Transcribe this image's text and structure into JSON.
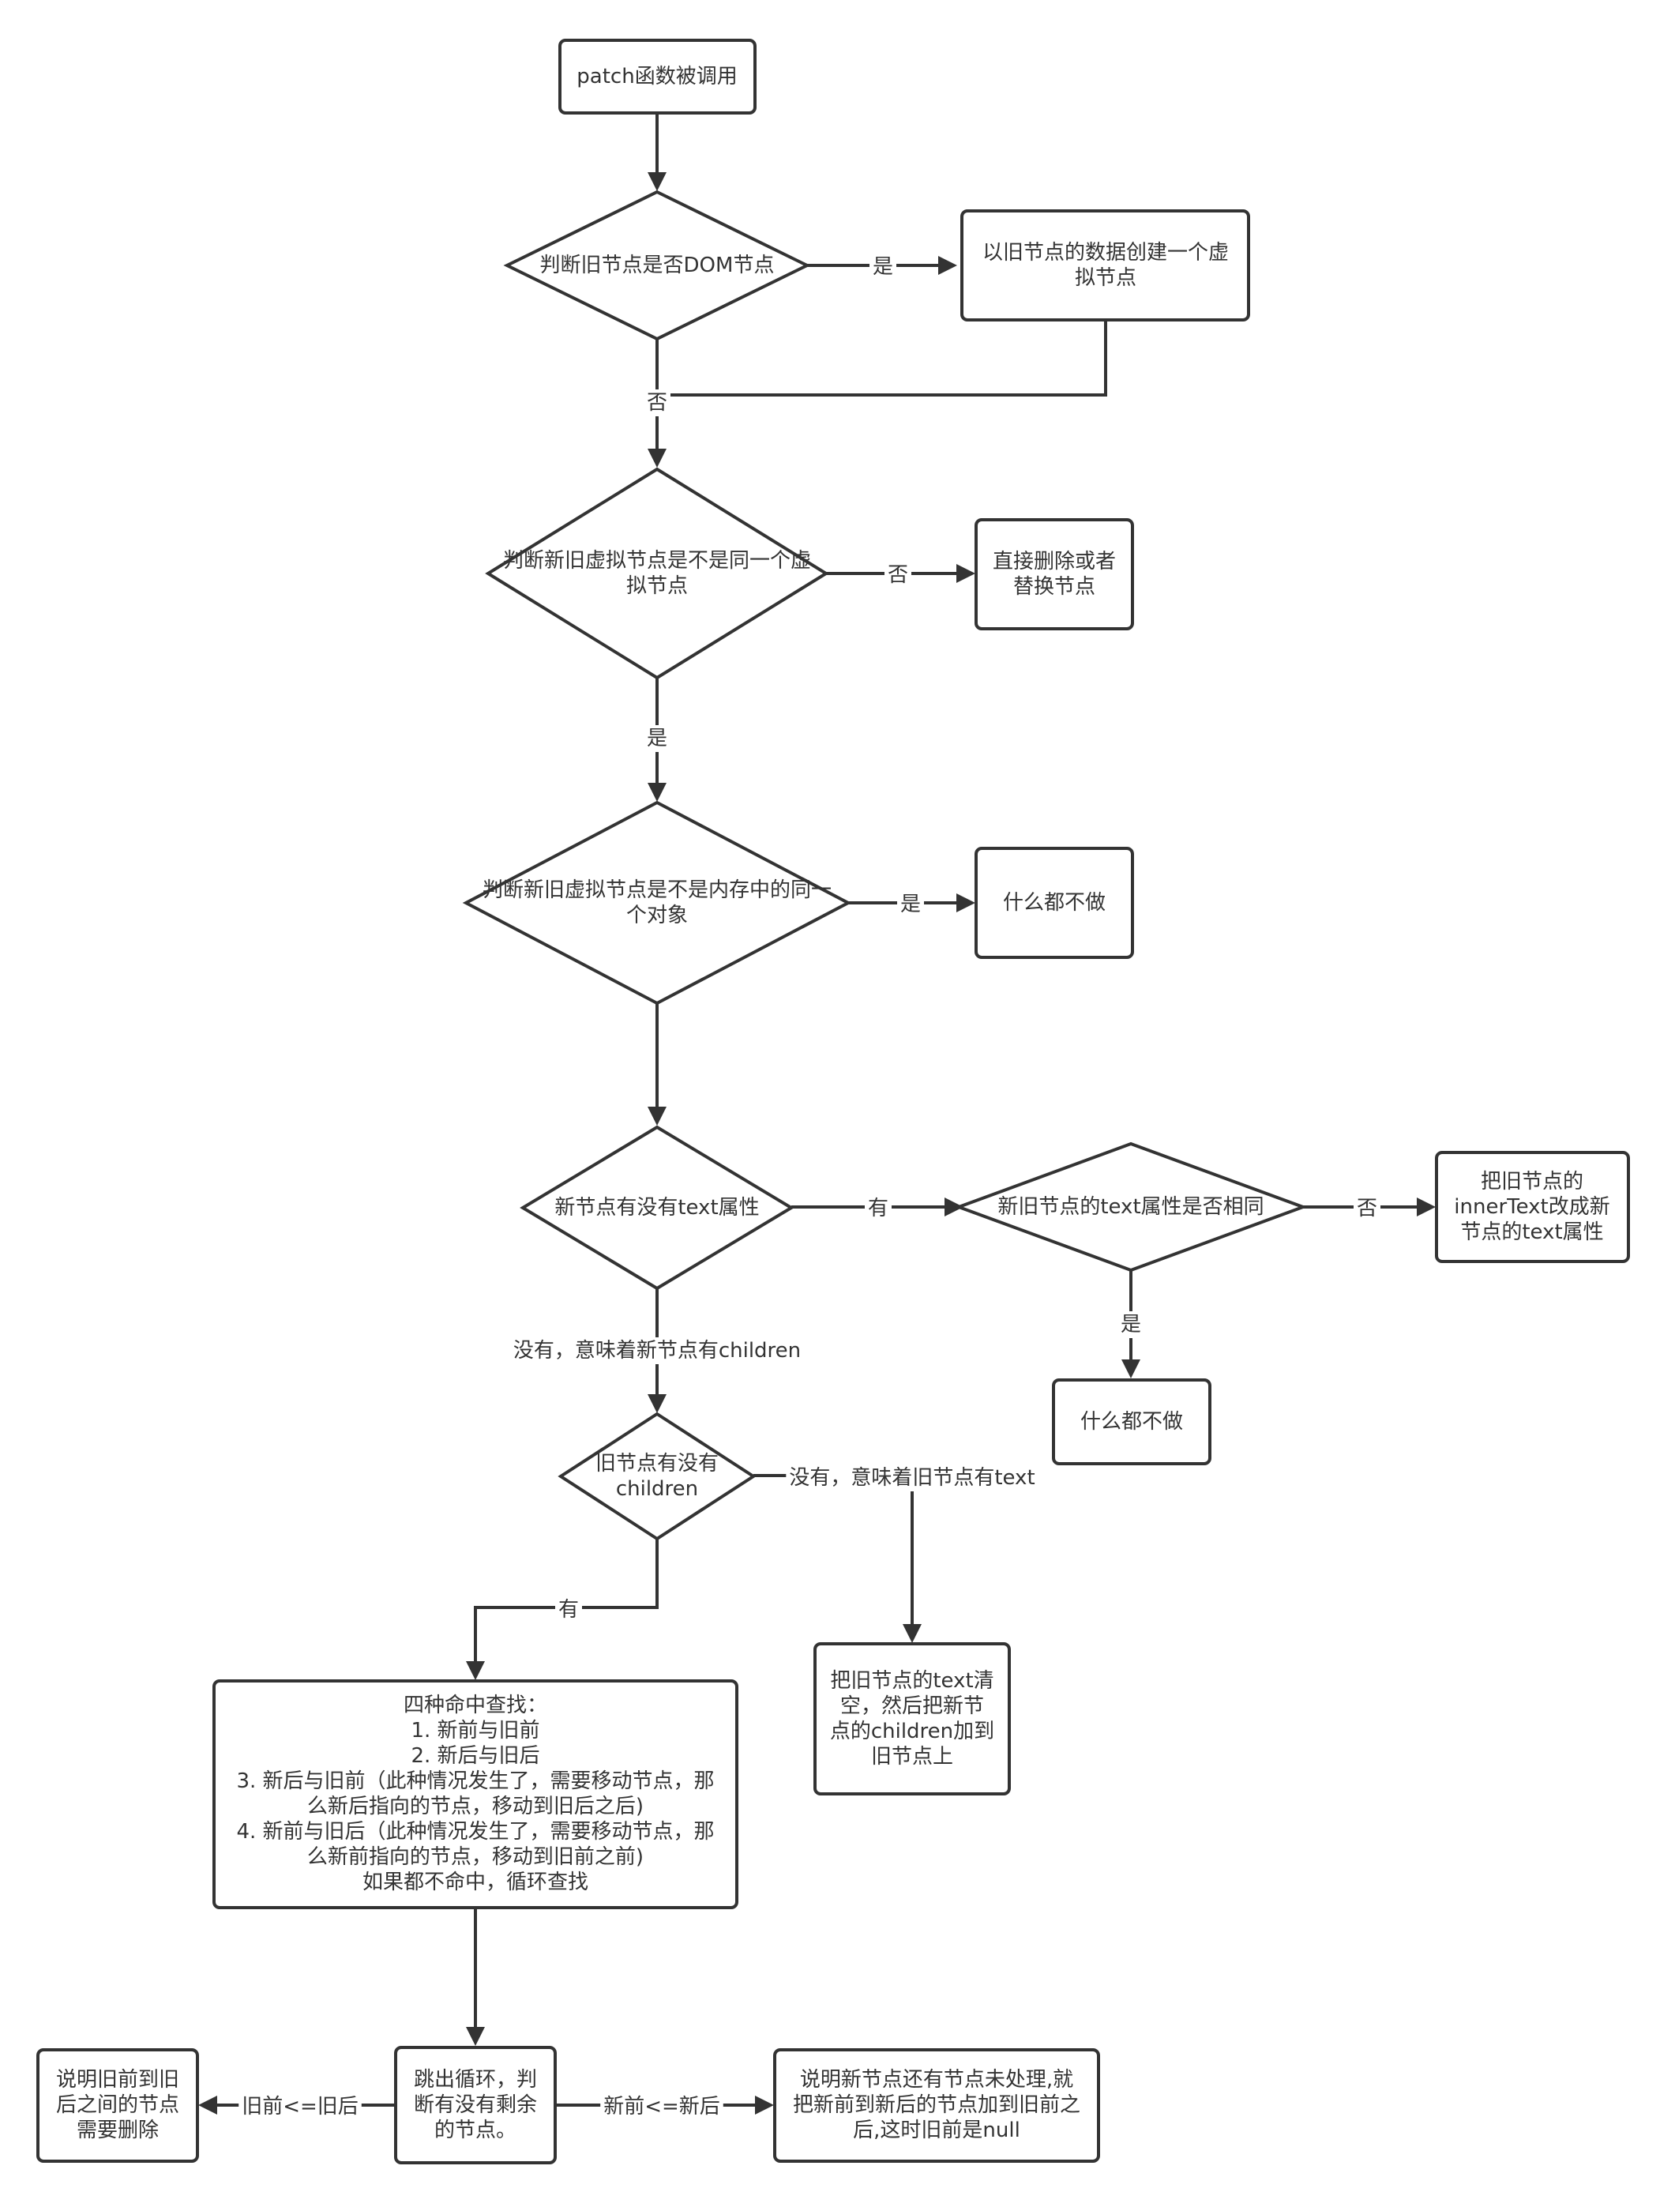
{
  "nodes": {
    "start": {
      "lines": [
        "patch函数被调用"
      ]
    },
    "is_dom": {
      "lines": [
        "判断旧节点是否DOM节点"
      ]
    },
    "create_vnode": {
      "lines": [
        "以旧节点的数据创建一个虚",
        "拟节点"
      ]
    },
    "same_vnode": {
      "lines": [
        "判断新旧虚拟节点是不是同一个虚",
        "拟节点"
      ]
    },
    "replace": {
      "lines": [
        "直接删除或者",
        "替换节点"
      ]
    },
    "same_object": {
      "lines": [
        "判断新旧虚拟节点是不是内存中的同一",
        "个对象"
      ]
    },
    "do_nothing_1": {
      "lines": [
        "什么都不做"
      ]
    },
    "has_text": {
      "lines": [
        "新节点有没有text属性"
      ]
    },
    "text_same": {
      "lines": [
        "新旧节点的text属性是否相同"
      ]
    },
    "set_text": {
      "lines": [
        "把旧节点的",
        "innerText改成新",
        "节点的text属性"
      ]
    },
    "do_nothing_2": {
      "lines": [
        "什么都不做"
      ]
    },
    "old_children": {
      "lines": [
        "旧节点有没有",
        "children"
      ]
    },
    "clear_text": {
      "lines": [
        "把旧节点的text清",
        "空，然后把新节",
        "点的children加到",
        "旧节点上"
      ]
    },
    "four_hits": {
      "lines": [
        "四种命中查找：",
        "1. 新前与旧前",
        "2. 新后与旧后",
        "3. 新后与旧前（此种情况发生了，需要移动节点，那",
        "么新后指向的节点，移动到旧后之后)",
        "4. 新前与旧后（此种情况发生了，需要移动节点，那",
        "么新前指向的节点，移动到旧前之前)",
        "如果都不命中，循环查找"
      ]
    },
    "exit_loop": {
      "lines": [
        "跳出循环，判",
        "断有没有剩余",
        "的节点。"
      ]
    },
    "delete_old": {
      "lines": [
        "说明旧前到旧",
        "后之间的节点",
        "需要删除"
      ]
    },
    "add_new": {
      "lines": [
        "说明新节点还有节点未处理,就",
        "把新前到新后的节点加到旧前之",
        "后,这时旧前是null"
      ]
    }
  },
  "edge_labels": {
    "is_dom_yes": "是",
    "is_dom_no": "否",
    "same_vnode_no": "否",
    "same_vnode_yes": "是",
    "same_object_yes": "是",
    "has_text_yes": "有",
    "text_same_no": "否",
    "text_same_yes": "是",
    "has_text_no": "没有，意味着新节点有children",
    "old_children_no": "没有，意味着旧节点有text",
    "old_children_yes": "有",
    "old_before_le_old_after": "旧前<=旧后",
    "new_before_le_new_after": "新前<=新后"
  }
}
